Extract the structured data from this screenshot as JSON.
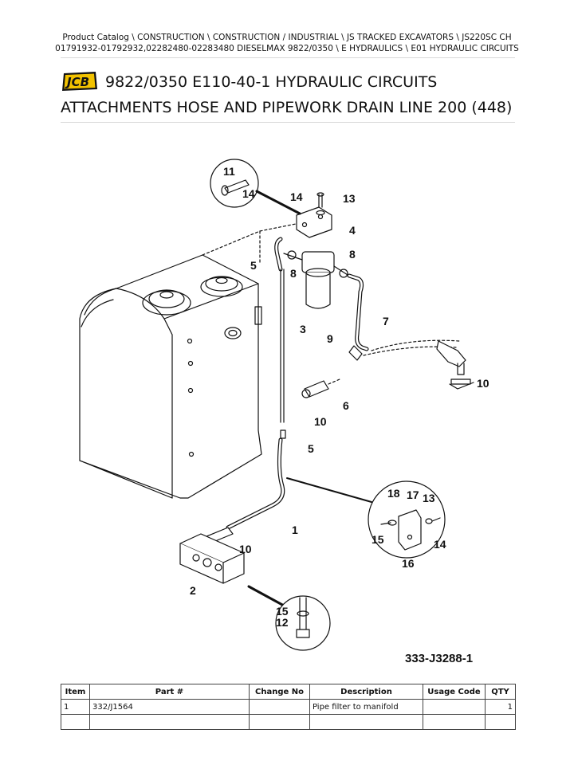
{
  "breadcrumb": {
    "line1": "Product Catalog  \\  CONSTRUCTION  \\  CONSTRUCTION / INDUSTRIAL  \\  JS TRACKED EXCAVATORS  \\  JS220SC CH",
    "line2": "01791932-01792932,02282480-02283480 DIESELMAX 9822/0350  \\  E HYDRAULICS  \\  E01 HYDRAULIC CIRCUITS"
  },
  "logo": {
    "text": "JCB",
    "color": "#111111",
    "background": "#f2c200"
  },
  "title": {
    "line1": "9822/0350 E110-40-1 HYDRAULIC CIRCUITS",
    "line2": "ATTACHMENTS HOSE AND PIPEWORK DRAIN LINE 200 (448)"
  },
  "diagram": {
    "drawing_code": "333-J3288-1",
    "callouts": {
      "c11": "11",
      "c14a": "14",
      "c14b": "14",
      "c13a": "13",
      "c4": "4",
      "c5a": "5",
      "c8a": "8",
      "c8b": "8",
      "c7": "7",
      "c3": "3",
      "c9": "9",
      "c10a": "10",
      "c6": "6",
      "c10b": "10",
      "c5b": "5",
      "c1": "1",
      "c10c": "10",
      "c2": "2",
      "c18": "18",
      "c17": "17",
      "c13b": "13",
      "c15a": "15",
      "c14c": "14",
      "c16": "16",
      "c15b": "15",
      "c12": "12"
    }
  },
  "table": {
    "headers": {
      "item": "Item",
      "part": "Part #",
      "change": "Change No",
      "desc": "Description",
      "usage": "Usage Code",
      "qty": "QTY"
    },
    "rows": [
      {
        "item": "1",
        "part": "332/J1564",
        "change": "",
        "desc": "Pipe filter to manifold",
        "usage": "",
        "qty": "1"
      }
    ]
  }
}
